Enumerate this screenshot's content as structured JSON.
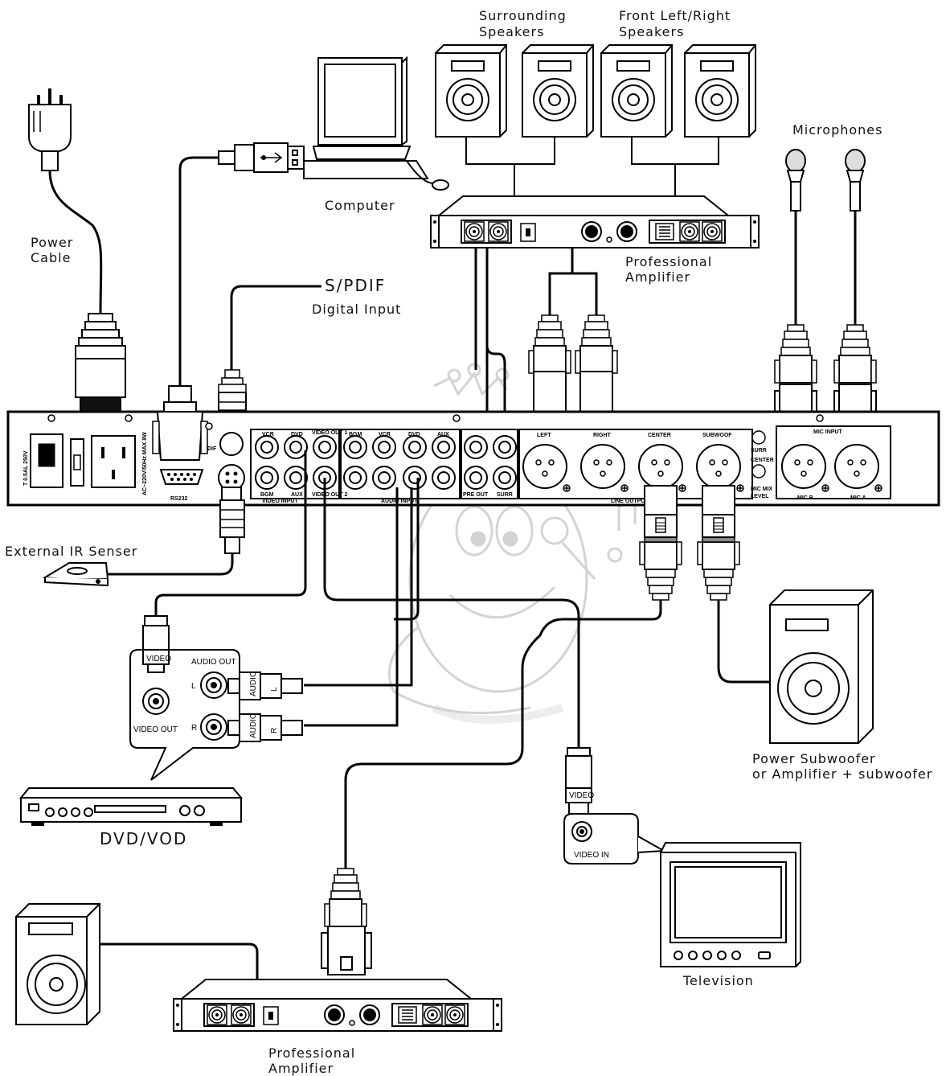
{
  "labels": {
    "surrounding_speakers": [
      "Surrounding",
      "Speakers"
    ],
    "front_speakers": [
      "Front Left/Right",
      "Speakers"
    ],
    "microphones": "Microphones",
    "computer": "Computer",
    "power_cable": [
      "Power",
      "Cable"
    ],
    "spdif": "S/PDIF",
    "digital_input": "Digital Input",
    "professional_amplifier_top": [
      "Professional",
      "Amplifier"
    ],
    "external_ir_sensor": "External IR Senser",
    "dvd_vod": "DVD/VOD",
    "power_subwoofer": [
      "Power Subwoofer",
      "or Amplifier + subwoofer"
    ],
    "television": "Television",
    "professional_amplifier_bottom": [
      "Professional",
      "Amplifier"
    ]
  },
  "panel_labels": {
    "fuse": "T 0.5AL 250V",
    "voltage": "AC~220V/50Hz MAX 8W",
    "rs232": "RS232",
    "spdif_short": "DIF",
    "video_input_top": [
      "VCR",
      "DVD"
    ],
    "video_input_bottom": [
      "BGM",
      "AUX"
    ],
    "video_input_group": "VIDEO INPUT",
    "video_out_1": "VIDEO OUT 1",
    "video_out_2": "VIDEO OUT 2",
    "audio_input_top": [
      "BGM",
      "VCR",
      "DVD",
      "AUX"
    ],
    "audio_input_group": "AUDIO INPUT",
    "pre_out": "PRE OUT",
    "surr": "SURR",
    "line_output_channels": [
      "LEFT",
      "RIGHT",
      "CENTER",
      "SUBWOOF"
    ],
    "line_output_group": "LINE OUTPUT",
    "surr_level": "SURR",
    "center_level": "CENTER",
    "mic_mix_level": [
      "MIC MIX",
      "LEVEL"
    ],
    "mic_input": "MIC INPUT",
    "mic_b": "MIC B",
    "mic_a": "MIC A"
  },
  "dvd_callout": {
    "video_tag": "VIDEO",
    "audio_out": "AUDIO OUT",
    "video_out": "VIDEO OUT",
    "channel_l": "L",
    "channel_r": "R",
    "audio_tag": "AUDIO"
  },
  "tv_callout": {
    "video_tag": "VIDEO",
    "video_in": "VIDEO IN"
  },
  "icons": [
    "power-plug-icon",
    "usb-plug-icon",
    "computer-icon",
    "speaker-icon",
    "amplifier-icon",
    "microphone-icon",
    "xlr-plug-icon",
    "rca-plug-icon",
    "ir-sensor-icon",
    "dvd-player-icon",
    "television-icon",
    "mascot-watermark-icon"
  ]
}
